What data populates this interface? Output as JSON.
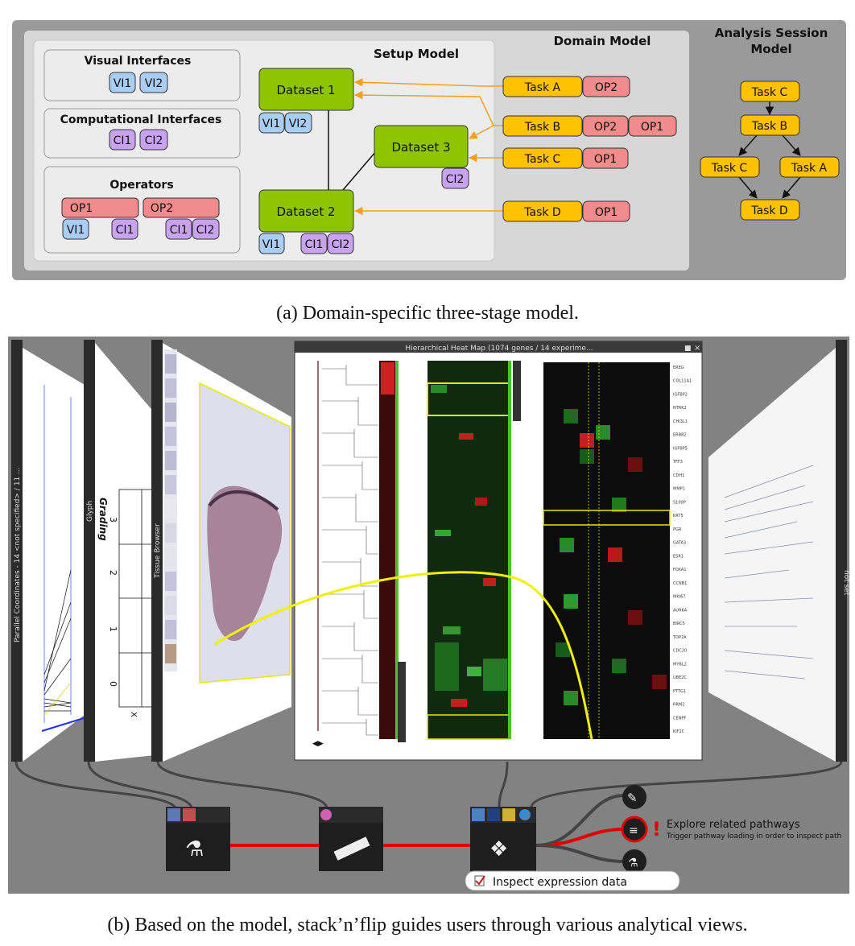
{
  "panel_a": {
    "caption": "(a) Domain-specific three-stage model.",
    "setup_title": "Setup Model",
    "domain_title": "Domain Model",
    "session_title_1": "Analysis Session",
    "session_title_2": "Model",
    "visual_interfaces": {
      "title": "Visual Interfaces",
      "items": [
        "VI1",
        "VI2"
      ]
    },
    "computational_interfaces": {
      "title": "Computational Interfaces",
      "items": [
        "CI1",
        "CI2"
      ]
    },
    "operators": {
      "title": "Operators",
      "op1": "OP1",
      "op2": "OP2",
      "op1_vi": "VI1",
      "op1_ci": "CI1",
      "op2_ci1": "CI1",
      "op2_ci2": "CI2"
    },
    "datasets": [
      {
        "name": "Dataset 1",
        "tags": [
          "VI1",
          "VI2"
        ]
      },
      {
        "name": "Dataset 3",
        "tags": [
          "CI2"
        ]
      },
      {
        "name": "Dataset 2",
        "tags": [
          "VI1",
          "CI1",
          "CI2"
        ]
      }
    ],
    "tasks": [
      {
        "name": "Task A",
        "ops": [
          "OP2"
        ]
      },
      {
        "name": "Task B",
        "ops": [
          "OP2",
          "OP1"
        ]
      },
      {
        "name": "Task C",
        "ops": [
          "OP1"
        ]
      },
      {
        "name": "Task D",
        "ops": [
          "OP1"
        ]
      }
    ],
    "session": [
      "Task C",
      "Task B",
      "Task C",
      "Task A",
      "Task D"
    ]
  },
  "panel_b": {
    "caption": "(b) Based on the model, stack’n’flip guides users through various analytical views.",
    "heatmap_title": "Hierarchical Heat Map (1074 genes / 14 experime...",
    "parallel_label": "Parallel Coordinates - 14 <not specified> / 11 ...",
    "glyph_label": "Glyph",
    "tissue_label": "Tissue Browser",
    "not_set_label": "not set",
    "grading_label": "Grading",
    "grading_ticks": [
      "3",
      "2",
      "1",
      "0"
    ],
    "axis_x": "X",
    "explore_title": "Explore related pathways",
    "explore_sub": "Trigger pathway loading in order to inspect path",
    "inspect_label": "Inspect expression data",
    "gene_labels": [
      "EREG",
      "COL11A1",
      "IGFBP2",
      "NTRK2",
      "CHI3L1",
      "ERBB2",
      "IGFBP5",
      "TFF3",
      "CDH1",
      "MMP1",
      "S100P",
      "KRT5",
      "PGR",
      "GATA3",
      "ESR1",
      "FOXA1",
      "CCNB1",
      "MKI67",
      "AURKA",
      "BIRC5",
      "TOP2A",
      "CDC20",
      "MYBL2",
      "UBE2C",
      "PTTG1",
      "RRM2",
      "CENPF",
      "KIF2C"
    ]
  }
}
